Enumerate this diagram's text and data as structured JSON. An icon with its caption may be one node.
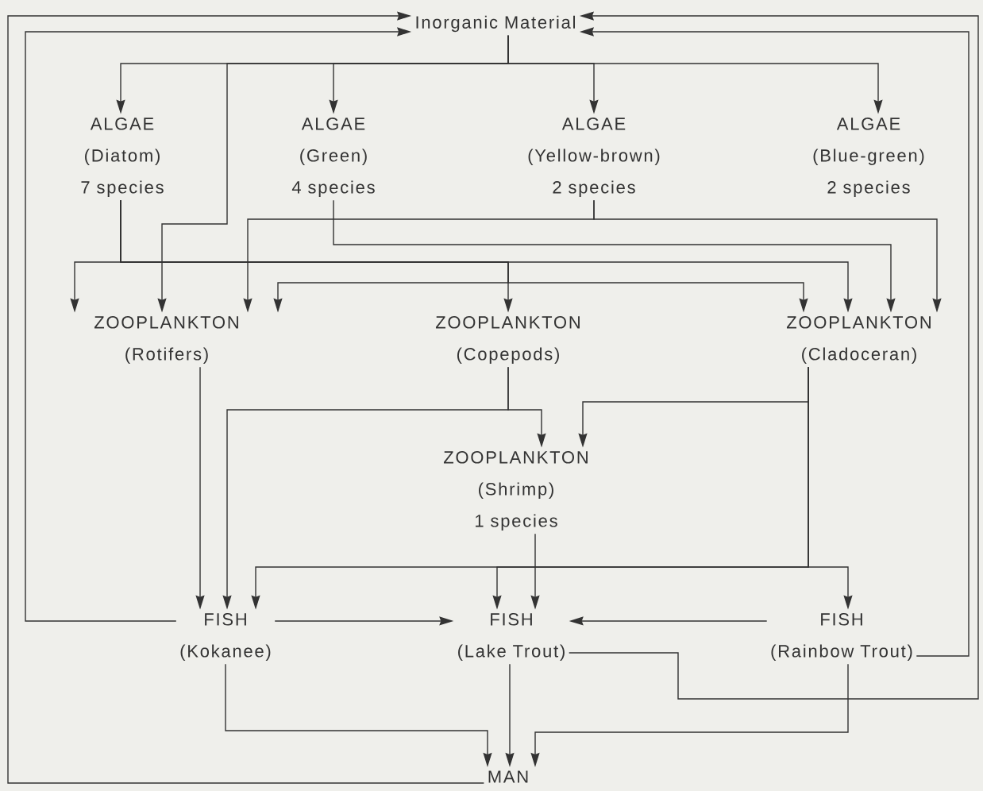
{
  "diagram": {
    "nodes": [
      {
        "text": [
          "Inorganic Material"
        ]
      },
      {
        "text": [
          "ALGAE",
          "(Diatom)",
          "7 species"
        ]
      },
      {
        "text": [
          "ALGAE",
          "(Green)",
          "4 species"
        ]
      },
      {
        "text": [
          "ALGAE",
          "(Yellow-brown)",
          "2 species"
        ]
      },
      {
        "text": [
          "ALGAE",
          "(Blue-green)",
          "2 species"
        ]
      },
      {
        "text": [
          "ZOOPLANKTON",
          "(Rotifers)"
        ]
      },
      {
        "text": [
          "ZOOPLANKTON",
          "(Copepods)"
        ]
      },
      {
        "text": [
          "ZOOPLANKTON",
          "(Cladoceran)"
        ]
      },
      {
        "text": [
          "ZOOPLANKTON",
          "(Shrimp)",
          "1 species"
        ]
      },
      {
        "text": [
          "FISH",
          "(Kokanee)"
        ]
      },
      {
        "text": [
          "FISH",
          "(Lake Trout)"
        ]
      },
      {
        "text": [
          "FISH",
          "(Rainbow Trout)"
        ]
      },
      {
        "text": [
          "MAN"
        ]
      }
    ],
    "edges": [
      {
        "from": 0,
        "to": 1,
        "arrow": "to"
      },
      {
        "from": 0,
        "to": 2,
        "arrow": "to"
      },
      {
        "from": 0,
        "to": 3,
        "arrow": "to"
      },
      {
        "from": 0,
        "to": 4,
        "arrow": "to"
      },
      {
        "from": 0,
        "to": 5,
        "arrow": "to"
      },
      {
        "from": 1,
        "to": 5,
        "arrow": "to"
      },
      {
        "from": 1,
        "to": 6,
        "arrow": "to"
      },
      {
        "from": 1,
        "to": 7,
        "arrow": "to"
      },
      {
        "from": 1,
        "to": 5,
        "arrow": "to"
      },
      {
        "from": 1,
        "to": 7,
        "arrow": "to"
      },
      {
        "from": 3,
        "to": 5,
        "arrow": "to"
      },
      {
        "from": 3,
        "to": 7,
        "arrow": "to"
      },
      {
        "from": 2,
        "to": 7,
        "arrow": "to"
      },
      {
        "from": 5,
        "to": 9,
        "arrow": "to"
      },
      {
        "from": 6,
        "to": 9,
        "arrow": "to"
      },
      {
        "from": 6,
        "to": 8,
        "arrow": "to"
      },
      {
        "from": 7,
        "to": 8,
        "arrow": "to"
      },
      {
        "from": 7,
        "to": 9,
        "arrow": "to"
      },
      {
        "from": 7,
        "to": 10,
        "arrow": "to"
      },
      {
        "from": 7,
        "to": 11,
        "arrow": "to"
      },
      {
        "from": 8,
        "to": 10,
        "arrow": "to"
      },
      {
        "from": 9,
        "to": 10,
        "arrow": "to"
      },
      {
        "from": 11,
        "to": 10,
        "arrow": "to"
      },
      {
        "from": 9,
        "to": 12,
        "arrow": "to"
      },
      {
        "from": 10,
        "to": 12,
        "arrow": "to"
      },
      {
        "from": 11,
        "to": 12,
        "arrow": "to"
      },
      {
        "from": 10,
        "to": 0,
        "arrow": "to"
      },
      {
        "from": 11,
        "to": 0,
        "arrow": "to"
      },
      {
        "from": 9,
        "to": 0,
        "arrow": "to"
      },
      {
        "from": 12,
        "to": 0,
        "arrow": "to"
      }
    ]
  }
}
